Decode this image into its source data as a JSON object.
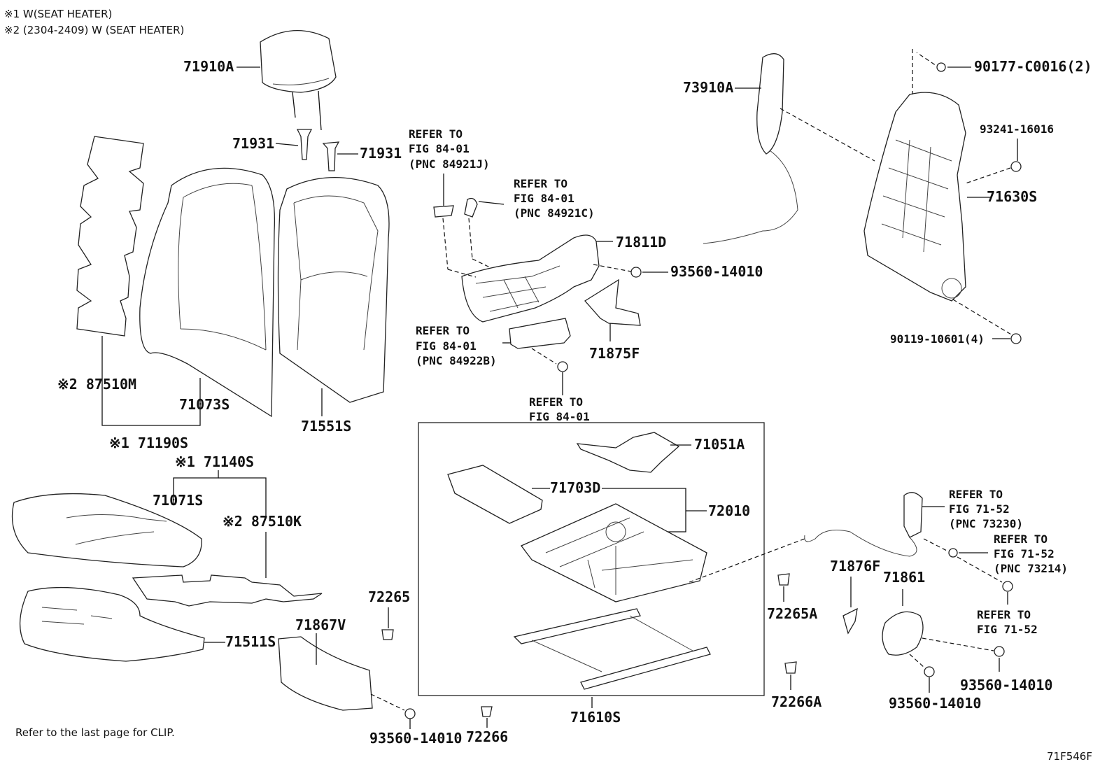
{
  "notes": {
    "note1": "※1 W(SEAT HEATER)",
    "note2": "※2 (2304-2409) W (SEAT HEATER)",
    "clip_note": "Refer to the last page for CLIP.",
    "drawing_id": "71F546F"
  },
  "parts": {
    "p71910A": "71910A",
    "p71931_left": "71931",
    "p71931_right": "71931",
    "p87510M": "※2 87510M",
    "p71073S": "71073S",
    "p71551S": "71551S",
    "p71190S": "※1 71190S",
    "p71140S": "※1 71140S",
    "p71071S": "71071S",
    "p87510K": "※2 87510K",
    "p71511S": "71511S",
    "p71867V": "71867V",
    "p93560_bottom_left": "93560-14010",
    "p72265": "72265",
    "p72266": "72266",
    "p71811D": "71811D",
    "p93560_mid": "93560-14010",
    "p71875F": "71875F",
    "p71051A": "71051A",
    "p71703D": "71703D",
    "p72010": "72010",
    "p71610S": "71610S",
    "p73910A": "73910A",
    "p90177": "90177-C0016(2)",
    "p93241": "93241-16016",
    "p71630S": "71630S",
    "p90119": "90119-10601(4)",
    "p71876F": "71876F",
    "p71861": "71861",
    "p72265A": "72265A",
    "p72266A": "72266A",
    "p93560_right": "93560-14010",
    "p93560_bottom_right": "93560-14010"
  },
  "refs": {
    "r84921J": [
      "REFER TO",
      "FIG 84-01",
      "(PNC 84921J)"
    ],
    "r84921C": [
      "REFER TO",
      "FIG 84-01",
      "(PNC 84921C)"
    ],
    "r84922B": [
      "REFER TO",
      "FIG 84-01",
      "(PNC 84922B)"
    ],
    "r84_01": [
      "REFER TO",
      "FIG 84-01"
    ],
    "r73230": [
      "REFER TO",
      "FIG 71-52",
      "(PNC 73230)"
    ],
    "r73214": [
      "REFER TO",
      "FIG 71-52",
      "(PNC 73214)"
    ],
    "r71_52": [
      "REFER TO",
      "FIG 71-52"
    ]
  }
}
